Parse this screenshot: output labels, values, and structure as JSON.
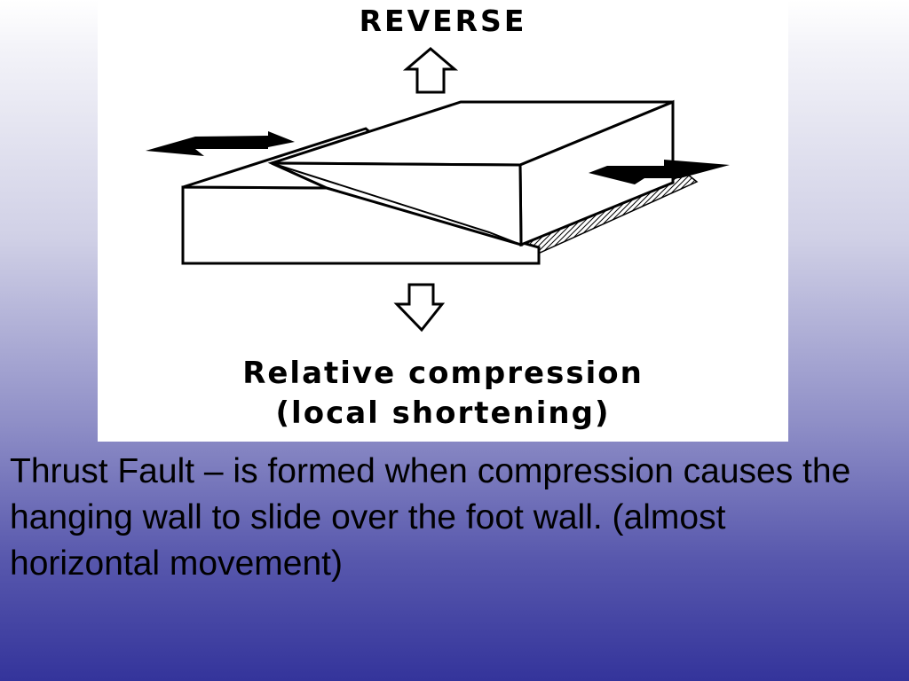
{
  "diagram": {
    "title": "REVERSE",
    "bottom_label_line1": "Relative compression",
    "bottom_label_line2": "(local shortening)",
    "icons": {
      "up_arrow": "up-arrow-icon",
      "down_arrow": "down-arrow-icon",
      "left_arrow": "left-motion-arrow-icon",
      "right_arrow": "right-motion-arrow-icon"
    },
    "colors": {
      "ink": "#000000",
      "paper": "#ffffff"
    }
  },
  "caption": {
    "text": "Thrust Fault – is formed when compression causes the hanging wall to slide over the foot wall. (almost horizontal movement)"
  },
  "theme": {
    "background_top": "#ffffff",
    "background_bottom": "#34349b"
  }
}
